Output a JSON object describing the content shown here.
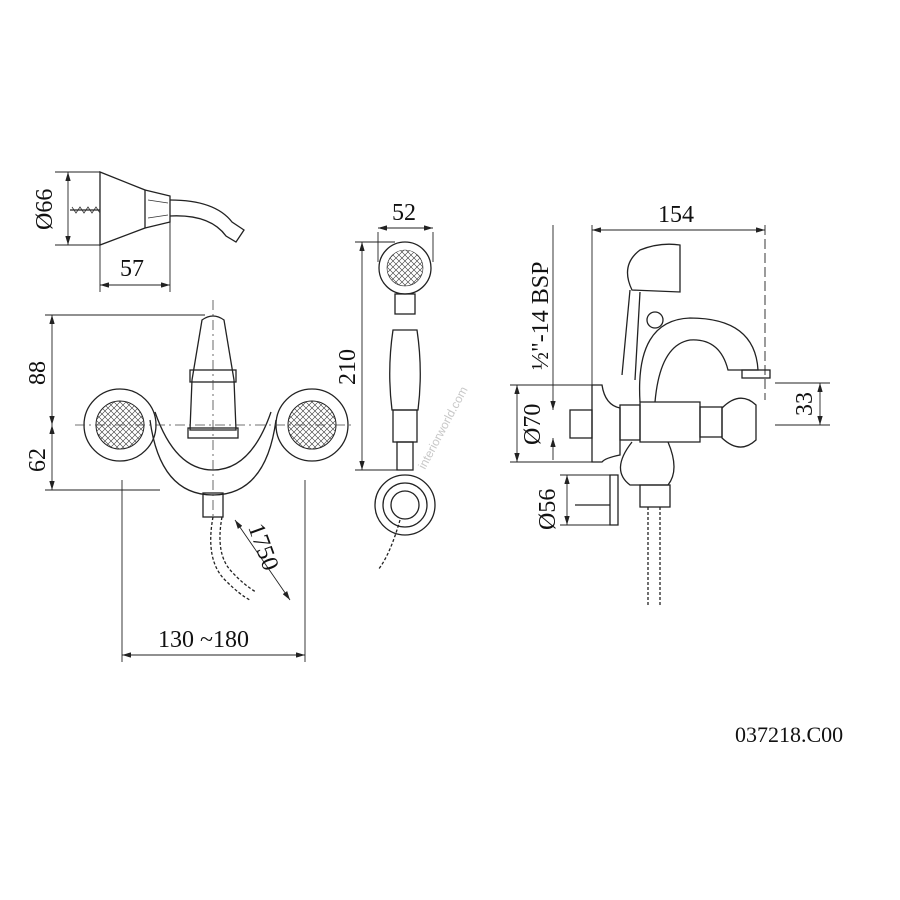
{
  "drawing": {
    "code": "037218.C00",
    "watermark": "interiorworld.com",
    "dimensions": {
      "head_diameter": "Ø66",
      "head_depth": "57",
      "height_upper": "88",
      "height_lower": "62",
      "hose_length": "1750",
      "centers": "130 ~180",
      "handshower_width": "52",
      "handshower_length": "210",
      "thread": "½\"-14 BSP",
      "flange_diameter": "Ø70",
      "holder_diameter": "Ø56",
      "depth": "154",
      "spout_height": "33"
    }
  }
}
